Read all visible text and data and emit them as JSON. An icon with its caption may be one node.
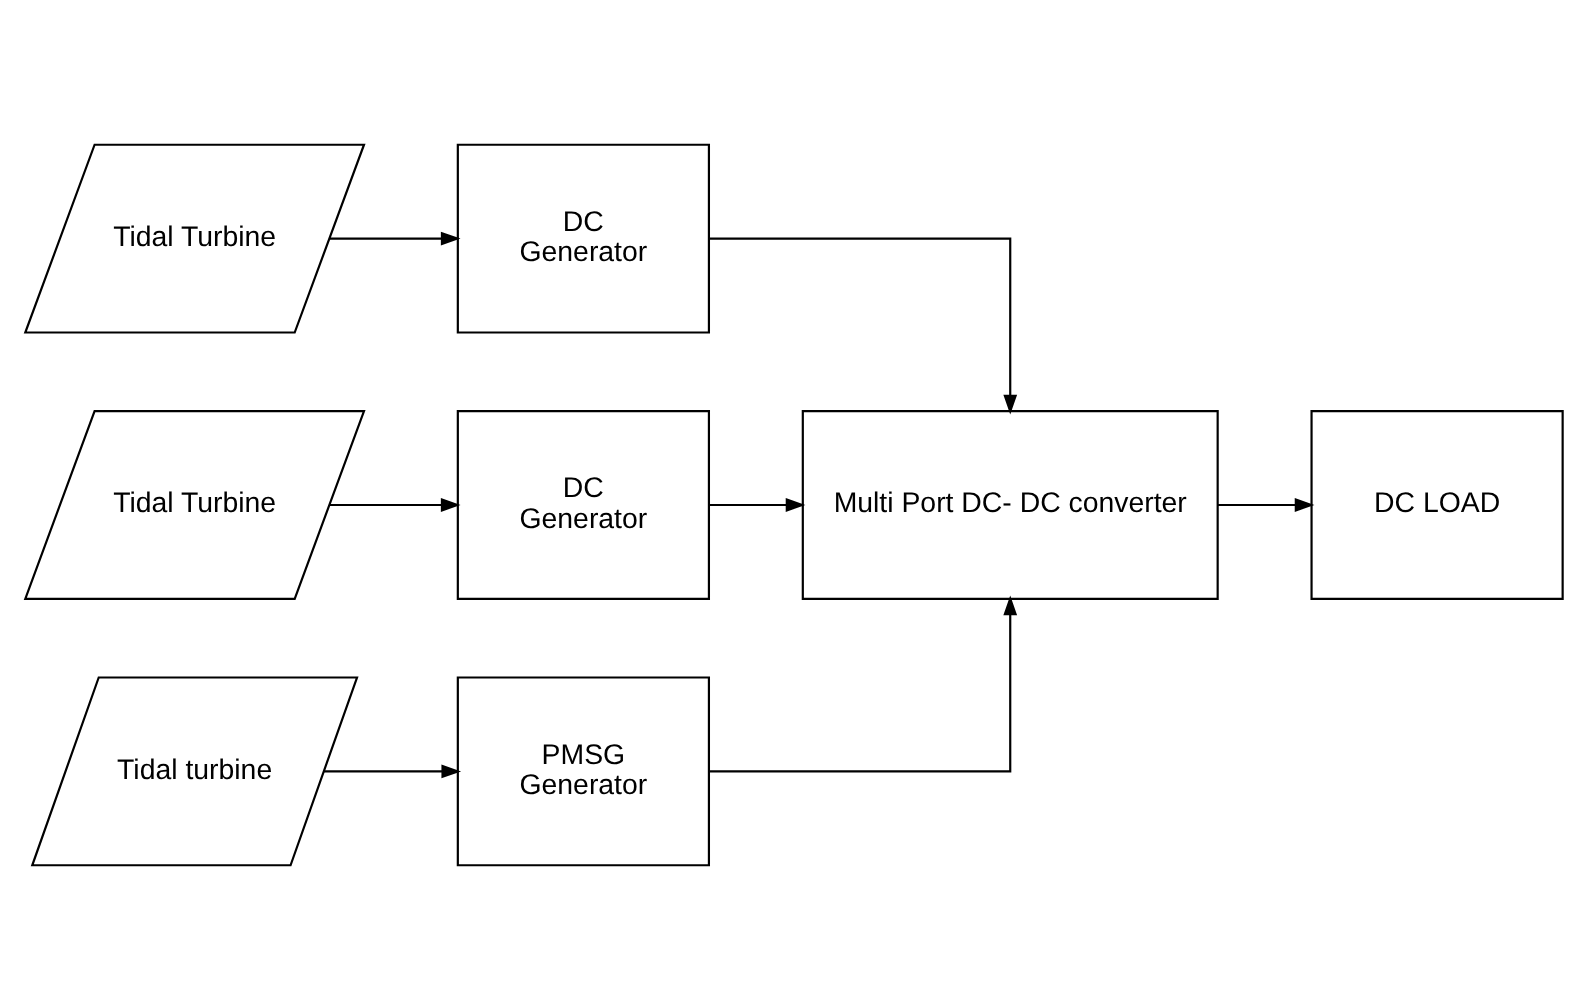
{
  "diagram": {
    "nodes": [
      {
        "text": [
          "Tidal Turbine"
        ]
      },
      {
        "text": [
          "DC",
          "Generator"
        ]
      },
      {
        "text": [
          "Tidal Turbine"
        ]
      },
      {
        "text": [
          "DC",
          "Generator"
        ]
      },
      {
        "text": [
          "Tidal turbine"
        ]
      },
      {
        "text": [
          "PMSG",
          "Generator"
        ]
      },
      {
        "text": [
          "Multi Port DC- DC converter"
        ]
      },
      {
        "text": [
          "DC LOAD"
        ]
      }
    ],
    "edges": [
      {
        "from": 0,
        "to": 1,
        "arrow": "to"
      },
      {
        "from": 2,
        "to": 3,
        "arrow": "to"
      },
      {
        "from": 4,
        "to": 5,
        "arrow": "to"
      },
      {
        "from": 1,
        "to": 6,
        "arrow": "to"
      },
      {
        "from": 3,
        "to": 6,
        "arrow": "to"
      },
      {
        "from": 5,
        "to": 6,
        "arrow": "to"
      },
      {
        "from": 6,
        "to": 7,
        "arrow": "to"
      }
    ]
  }
}
